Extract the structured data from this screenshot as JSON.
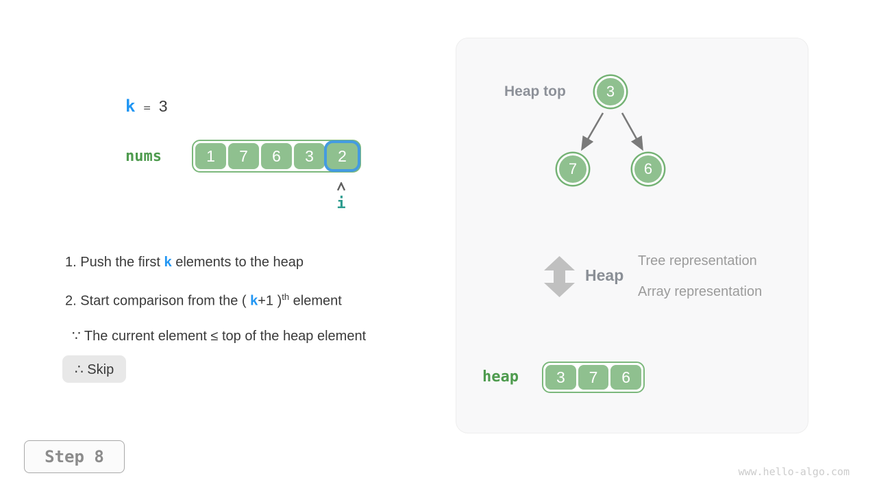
{
  "colors": {
    "cell_green": "#8FC08F",
    "border_green": "#7CB87C",
    "label_green": "#4E9B4E",
    "accent_blue": "#2196F3",
    "highlight_border_blue": "#449BE0",
    "pointer_teal": "#2E9C8F",
    "heading_gray": "#8A8F96",
    "text_dark": "#3A3A3A",
    "panel_bg": "#F8F8F9"
  },
  "k_line": {
    "variable": "k",
    "operator": "=",
    "value": "3"
  },
  "nums": {
    "label": "nums",
    "values": [
      "1",
      "7",
      "6",
      "3",
      "2"
    ],
    "highlighted_index": 4,
    "pointer_label": "i"
  },
  "instructions": {
    "item1": {
      "pre": "1. Push the first ",
      "k": "k",
      "post": " elements to the heap"
    },
    "item2": {
      "pre": "2. Start comparison from the ( ",
      "k": "k",
      "mid": "+1 )",
      "sup": "th",
      "post": " element"
    },
    "item3": "∵ The current element ≤ top of the heap element",
    "item4": "∴ Skip"
  },
  "panel": {
    "heap_top_label": "Heap top",
    "tree": {
      "root": "3",
      "left_child": "7",
      "right_child": "6"
    },
    "legend": {
      "title": "Heap",
      "line1": "Tree representation",
      "line2": "Array representation"
    },
    "heap_array": {
      "label": "heap",
      "values": [
        "3",
        "7",
        "6"
      ]
    }
  },
  "step_badge": "Step 8",
  "watermark": "www.hello-algo.com"
}
